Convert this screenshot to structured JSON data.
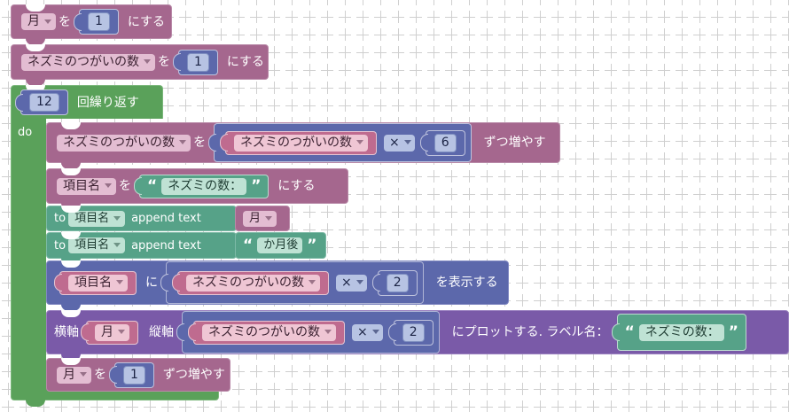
{
  "workspace": {
    "background": "#ffffff",
    "grid_color": "#cfcfcf"
  },
  "colors": {
    "variable_set": "#a5678e",
    "loop": "#5aa15a",
    "text": "#56a288",
    "math": "#5c68ab",
    "display": "#5c68ab",
    "plot": "#7a5aa8",
    "number_field": "#b7c3e3",
    "variable_field": "#e3bdd2",
    "text_field": "#bfe2d4"
  },
  "blocks": {
    "set_month": {
      "name": "set-variable-block",
      "variable": "月",
      "mid_label": "を",
      "value": "1",
      "end_label": "にする"
    },
    "set_pairs": {
      "name": "set-variable-block",
      "variable": "ネズミのつがいの数",
      "mid_label": "を",
      "value": "1",
      "end_label": "にする"
    },
    "repeat": {
      "name": "repeat-loop-block",
      "count": "12",
      "label": "回繰り返す",
      "do_label": "do"
    },
    "change_pairs": {
      "name": "change-variable-block",
      "variable": "ネズミのつがいの数",
      "mid_label": "を",
      "operand_variable": "ネズミのつがいの数",
      "operator": "×",
      "operand_value": "6",
      "end_label": "ずつ増やす"
    },
    "set_itemname": {
      "name": "set-variable-block",
      "variable": "項目名",
      "mid_label": "を",
      "text_value": "ネズミの数：",
      "end_label": "にする"
    },
    "append_month": {
      "name": "append-text-block",
      "to_label": "to",
      "variable": "項目名",
      "append_label": "append text",
      "value_variable": "月"
    },
    "append_suffix": {
      "name": "append-text-block",
      "to_label": "to",
      "variable": "項目名",
      "append_label": "append text",
      "text_value": "か月後"
    },
    "display": {
      "name": "display-block",
      "variable": "項目名",
      "mid_label": "に",
      "operand_variable": "ネズミのつがいの数",
      "operator": "×",
      "operand_value": "2",
      "end_label": "を表示する"
    },
    "plot": {
      "name": "plot-block",
      "x_label": "横軸",
      "x_variable": "月",
      "y_label": "縦軸",
      "operand_variable": "ネズミのつがいの数",
      "operator": "×",
      "operand_value": "2",
      "mid_label": "にプロットする. ラベル名：",
      "series_label": "ネズミの数："
    },
    "increment_month": {
      "name": "change-variable-block",
      "variable": "月",
      "mid_label": "を",
      "value": "1",
      "end_label": "ずつ増やす"
    }
  }
}
